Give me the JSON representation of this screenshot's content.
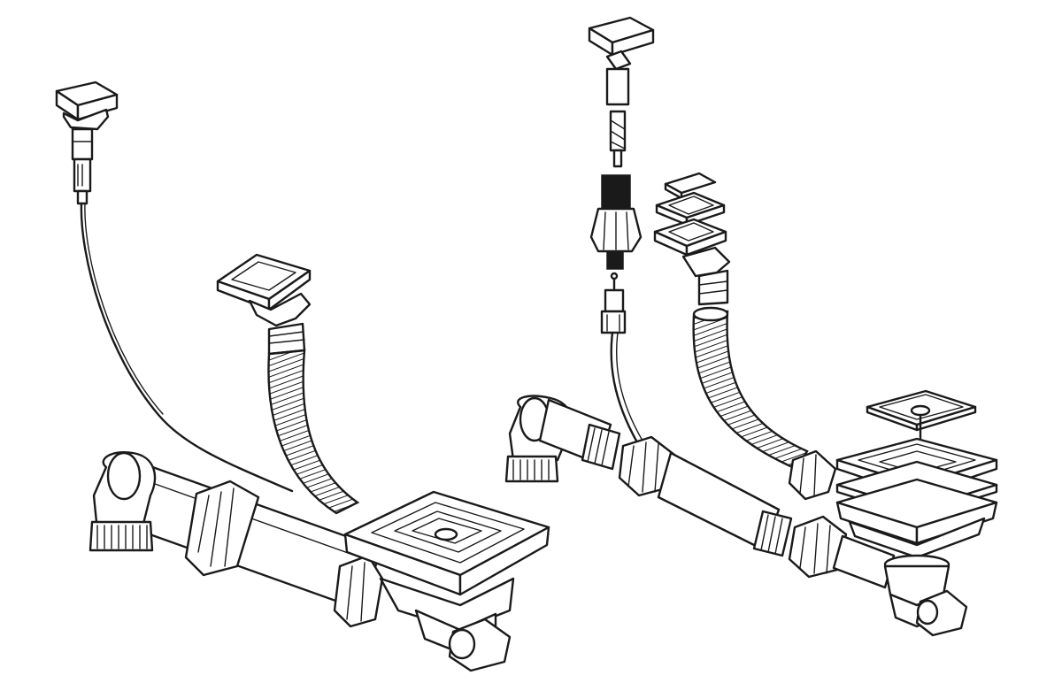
{
  "figure": {
    "background": "#ffffff",
    "line_color": "#1a1a1a",
    "assemblies": [
      {
        "id": "left",
        "view": "assembled"
      },
      {
        "id": "right",
        "view": "exploded"
      }
    ]
  }
}
